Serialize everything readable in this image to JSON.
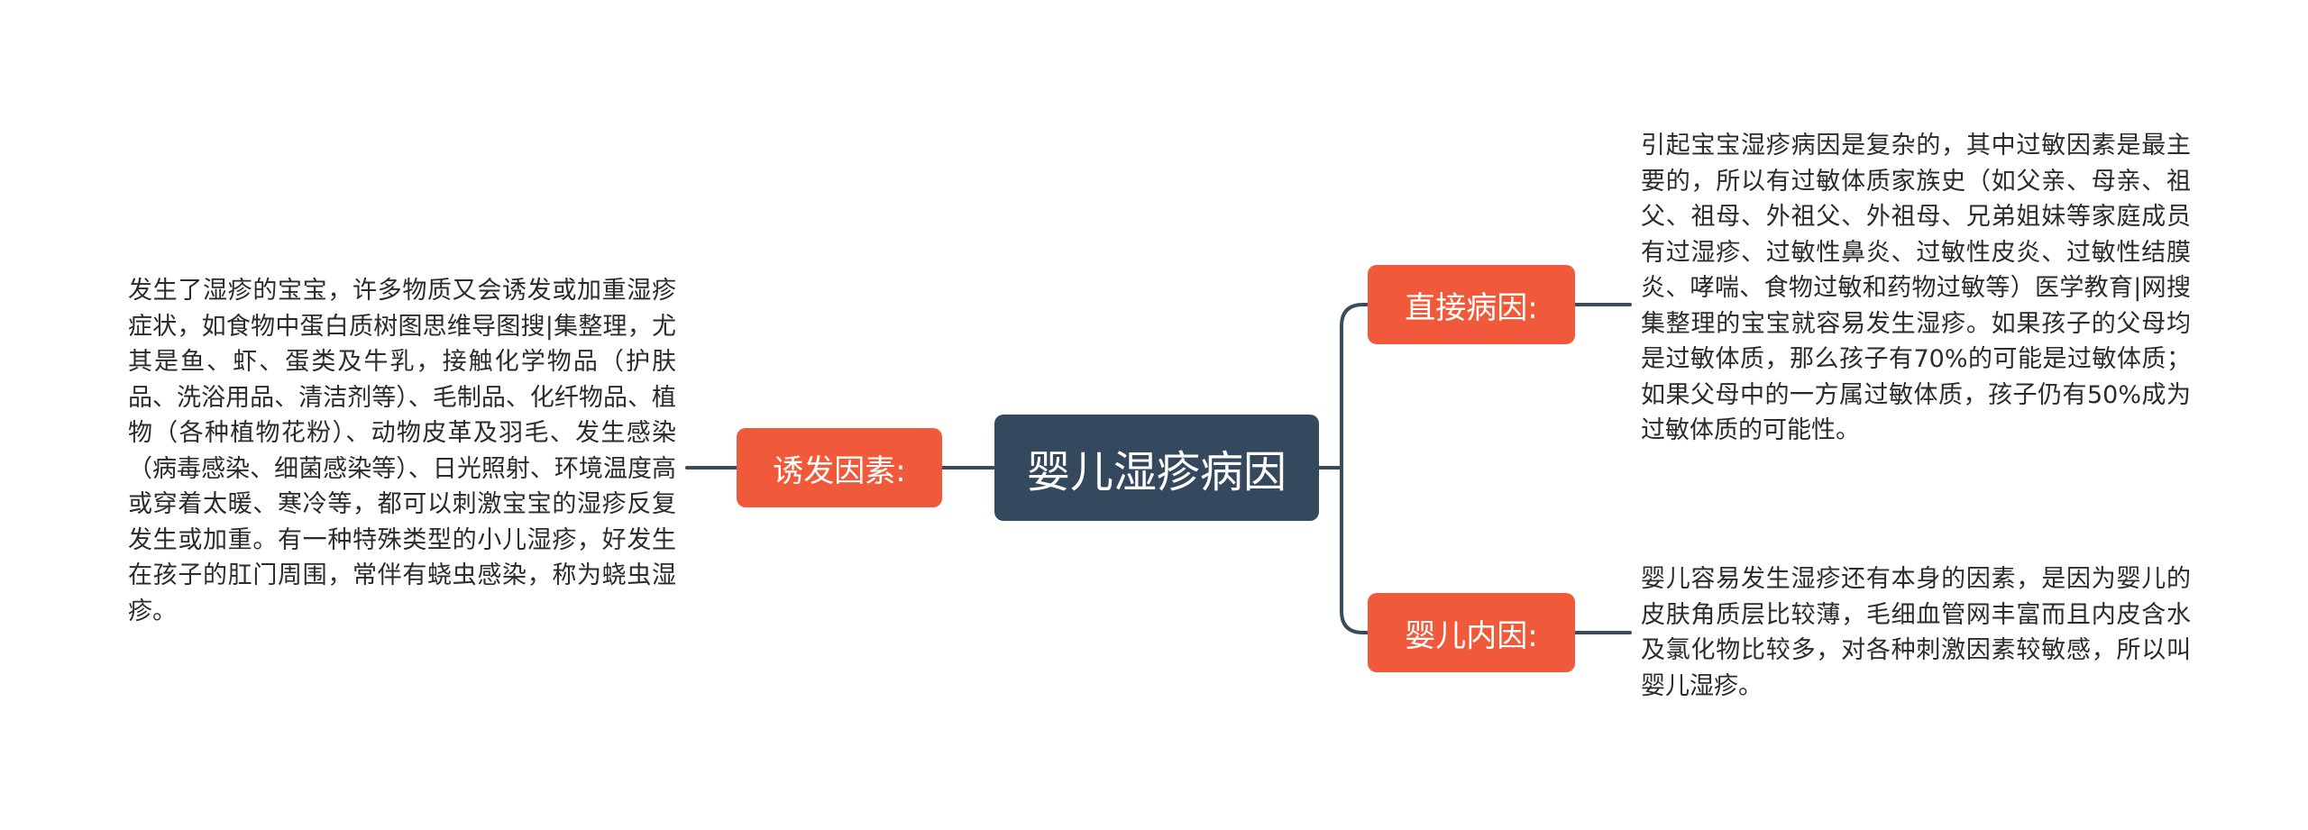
{
  "root": {
    "label": "婴儿湿疹病因"
  },
  "branches": [
    {
      "id": "inducing-factors",
      "label": "诱发因素:",
      "text": "发生了湿疹的宝宝，许多物质又会诱发或加重湿疹症状，如食物中蛋白质树图思维导图搜|集整理，尤其是鱼、虾、蛋类及牛乳，接触化学物品（护肤品、洗浴用品、清洁剂等）、毛制品、化纤物品、植物（各种植物花粉）、动物皮革及羽毛、发生感染（病毒感染、细菌感染等）、日光照射、环境温度高或穿着太暖、寒冷等，都可以刺激宝宝的湿疹反复发生或加重。有一种特殊类型的小儿湿疹，好发生在孩子的肛门周围，常伴有蛲虫感染，称为蛲虫湿疹。"
    },
    {
      "id": "direct-cause",
      "label": "直接病因:",
      "text": "引起宝宝湿疹病因是复杂的，其中过敏因素是最主要的，所以有过敏体质家族史（如父亲、母亲、祖父、祖母、外祖父、外祖母、兄弟姐妹等家庭成员有过湿疹、过敏性鼻炎、过敏性皮炎、过敏性结膜炎、哮喘、食物过敏和药物过敏等）医学教育|网搜集整理的宝宝就容易发生湿疹。如果孩子的父母均是过敏体质，那么孩子有70%的可能是过敏体质；如果父母中的一方属过敏体质，孩子仍有50%成为过敏体质的可能性。"
    },
    {
      "id": "infant-internal",
      "label": "婴儿内因:",
      "text": "婴儿容易发生湿疹还有本身的因素，是因为婴儿的皮肤角质层比较薄，毛细血管网丰富而且内皮含水及氯化物比较多，对各种刺激因素较敏感，所以叫婴儿湿疹。"
    }
  ],
  "colors": {
    "root_fill": "#34495e",
    "branch_fill": "#f05a3a",
    "connector": "#3a4b5c",
    "leaf_text": "#2b2b2b"
  }
}
